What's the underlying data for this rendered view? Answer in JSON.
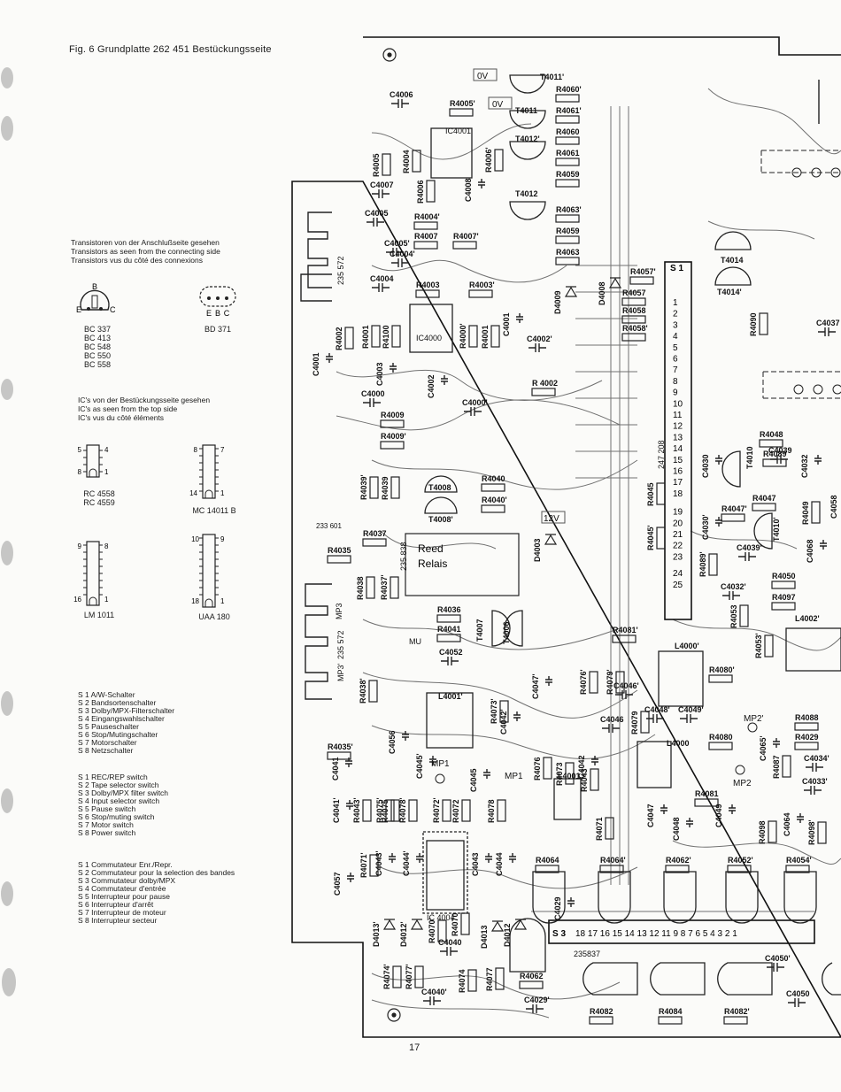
{
  "figure": {
    "caption": "Fig. 6  Grundplatte 262 451 Bestückungsseite",
    "page_number": "17"
  },
  "transistor_note": {
    "de": "Transistoren von der Anschlußseite gesehen",
    "en": "Transistors as seen from the connecting side",
    "fr": "Transistors vus du côté des connexions"
  },
  "transistor_pinouts": [
    {
      "pins": [
        "B",
        "E",
        "C"
      ],
      "types": [
        "BC 337",
        "BC 413",
        "BC 548",
        "BC 550",
        "BC 558"
      ]
    },
    {
      "pins": [
        "E",
        "B",
        "C"
      ],
      "types": [
        "BD 371"
      ]
    }
  ],
  "ic_note": {
    "de": "IC's von der Bestückungsseite gesehen",
    "en": "IC's as seen from the top side",
    "fr": "IC's vus du côté éléments"
  },
  "ic_pinouts": [
    {
      "name1": "RC 4558",
      "name2": "RC 4559",
      "pins": [
        "5",
        "4",
        "8",
        "1"
      ]
    },
    {
      "name1": "MC 14011 B",
      "name2": "",
      "pins": [
        "8",
        "7",
        "14",
        "1"
      ]
    },
    {
      "name1": "LM 1011",
      "name2": "",
      "pins": [
        "9",
        "8",
        "16",
        "1"
      ]
    },
    {
      "name1": "UAA 180",
      "name2": "",
      "pins": [
        "10",
        "9",
        "18",
        "1"
      ]
    }
  ],
  "switch_lists": {
    "de": [
      "S 1   A/W-Schalter",
      "S 2   Bandsortenschalter",
      "S 3   Dolby/MPX-Filterschalter",
      "S 4   Eingangswahlschalter",
      "S 5   Pauseschalter",
      "S 6   Stop/Mutingschalter",
      "S 7   Motorschalter",
      "S 8   Netzschalter"
    ],
    "en": [
      "S 1   REC/REP switch",
      "S 2   Tape selector switch",
      "S 3   Dolby/MPX filter switch",
      "S 4   Input selector switch",
      "S 5   Pause switch",
      "S 6   Stop/muting switch",
      "S 7   Motor switch",
      "S 8   Power switch"
    ],
    "fr": [
      "S 1   Commutateur Enr./Repr.",
      "S 2   Commutateur pour la selection des bandes",
      "S 3   Commutateur dolby/MPX",
      "S 4   Commutateur d'entrée",
      "S 5   Interrupteur pour pause",
      "S 6   Interrupteur d'arrêt",
      "S 7   Interrupteur de moteur",
      "S 8   Interrupteur secteur"
    ]
  },
  "board": {
    "markers": [
      "0V",
      "0V",
      "12V",
      "S 1",
      "S 3",
      "Reed",
      "Relais",
      "MP1",
      "MP1",
      "MP2",
      "MP2'",
      "MP3",
      "MP3'",
      "MU",
      "IC4000",
      "IC4001",
      "IC 4004",
      "233 601",
      "235 572",
      "235 572",
      "235 838",
      "235837",
      "247 208"
    ],
    "s1_pins": [
      "1",
      "2",
      "3",
      "4",
      "5",
      "6",
      "7",
      "8",
      "9",
      "10",
      "11",
      "12",
      "13",
      "14",
      "15",
      "16",
      "17",
      "18",
      "19",
      "20",
      "21",
      "22",
      "23",
      "24",
      "25"
    ],
    "s3_pins": "18 17 16 15 14 13 12 11   9 8 7 6 5 4 3 2 1",
    "transistors": [
      "T4011'",
      "T4011",
      "T4012'",
      "T4012",
      "T4014",
      "T4014'",
      "T4008",
      "T4008'",
      "T4007",
      "T4006",
      "T4010",
      "T4010'"
    ],
    "resistors": [
      "R4005'",
      "R4005",
      "R4004",
      "R4006",
      "R4006'",
      "R4004'",
      "R4007",
      "R4007'",
      "R4060'",
      "R4061'",
      "R4060",
      "R4061",
      "R4059",
      "R4063'",
      "R4059",
      "R4063",
      "R4057'",
      "R4057",
      "R4058",
      "R4058'",
      "R4003",
      "R4003'",
      "R4002",
      "R4001",
      "R4100",
      "R4000'",
      "R4001",
      "R 4002",
      "R4009",
      "R4009'",
      "R4039'",
      "R4039",
      "R4040",
      "R4040'",
      "R4037",
      "R4035",
      "R4038",
      "R4037'",
      "R4036",
      "R4041",
      "R4038'",
      "R4035'",
      "R4045",
      "R4045'",
      "R4048",
      "R4089",
      "R4047",
      "R4047'",
      "R4089'",
      "R4049",
      "R4050",
      "R4097",
      "R4053",
      "R4053'",
      "R4081'",
      "R4080'",
      "R4080",
      "R4081",
      "R4088",
      "R4029",
      "R4087",
      "R4098",
      "R4098'",
      "R4079",
      "R4076'",
      "R4079'",
      "R4073'",
      "R4076",
      "R4073",
      "R4043",
      "R4078",
      "R4072",
      "R4071",
      "R4075",
      "R4043'",
      "R4075'",
      "R4078'",
      "R4072'",
      "R4071'",
      "R4070",
      "R4070'",
      "R4074",
      "R4077",
      "R4074'",
      "R4077'",
      "R4062",
      "R4064",
      "R4064'",
      "R4062'",
      "R4052'",
      "R4054'",
      "R4082",
      "R4084",
      "R4082'",
      "R4090"
    ],
    "capacitors": [
      "C4006",
      "C4007",
      "C4005",
      "C4005'",
      "C4008",
      "C4004",
      "C4004'",
      "C4001",
      "C4000",
      "C4003",
      "C4002",
      "C4000'",
      "C4001",
      "C4030",
      "C4039",
      "C4032",
      "C4030'",
      "C4039'",
      "C4032'",
      "C4058",
      "C4068",
      "C4002'",
      "C4037",
      "C4052",
      "C4047'",
      "C4046'",
      "C4042'",
      "C4048'",
      "C4049'",
      "C4046",
      "C4042",
      "C4045'",
      "C4045",
      "C4047",
      "C4048",
      "C4049",
      "C4065'",
      "C4034'",
      "C4033'",
      "C4064",
      "C4041",
      "C4041'",
      "C4056",
      "C4057",
      "C4044'",
      "C4043'",
      "C4043",
      "C4044",
      "C4029",
      "C4040",
      "C4040'",
      "C4029'",
      "C4050'",
      "C4050"
    ],
    "diodes": [
      "D4009",
      "D4008",
      "D4003",
      "D4013'",
      "D4012'",
      "D4013",
      "D4012"
    ],
    "coils": [
      "L4000'",
      "L4001'",
      "L4000",
      "L4001",
      "L4002'"
    ]
  }
}
